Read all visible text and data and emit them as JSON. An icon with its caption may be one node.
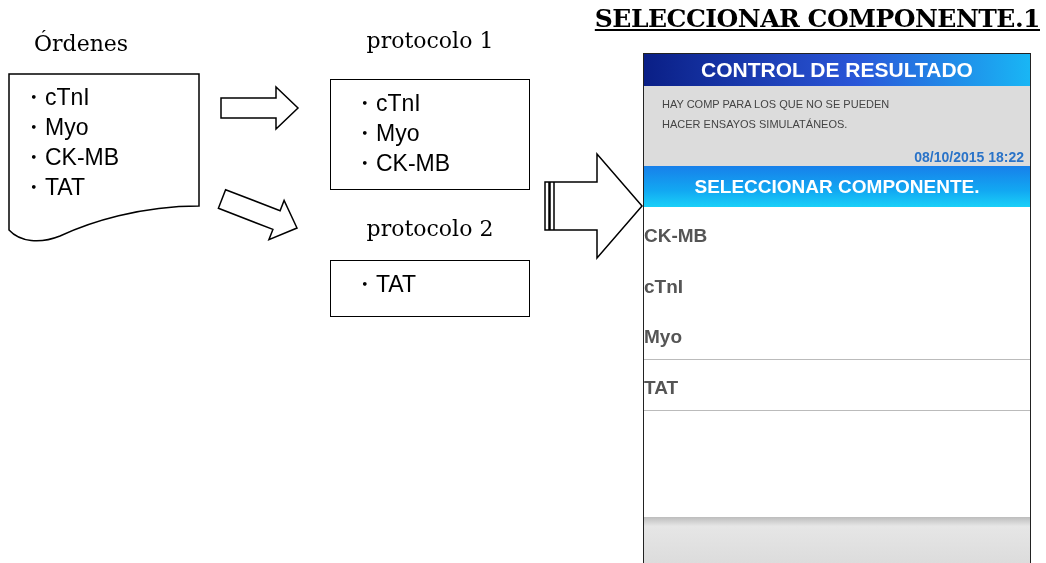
{
  "diagram": {
    "title": "SELECCIONAR COMPONENTE.1",
    "nodes": [
      {
        "text": [
          "Órdenes",
          "・cTnI",
          "・Myo",
          "・CK-MB",
          "・TAT"
        ]
      },
      {
        "text": [
          "protocolo 1",
          "・cTnI",
          "・Myo",
          "・CK-MB"
        ]
      },
      {
        "text": [
          "protocolo 2",
          "・TAT"
        ]
      },
      {
        "text": [
          "CONTROL DE RESULTADO",
          "HAY COMP PARA LOS QUE NO SE PUEDEN HACER ENSAYOS SIMULATÁNEOS.",
          "08/10/2015 18:22",
          "SELECCIONAR COMPONENTE.",
          "CK-MB",
          "cTnI",
          "Myo",
          "TAT"
        ]
      }
    ],
    "edges": [
      {
        "from": 0,
        "to": 1,
        "arrow": "to"
      },
      {
        "from": 0,
        "to": 2,
        "arrow": "to"
      },
      {
        "from": 1,
        "to": 3,
        "arrow": "to"
      },
      {
        "from": 2,
        "to": 3,
        "arrow": "to"
      }
    ]
  }
}
